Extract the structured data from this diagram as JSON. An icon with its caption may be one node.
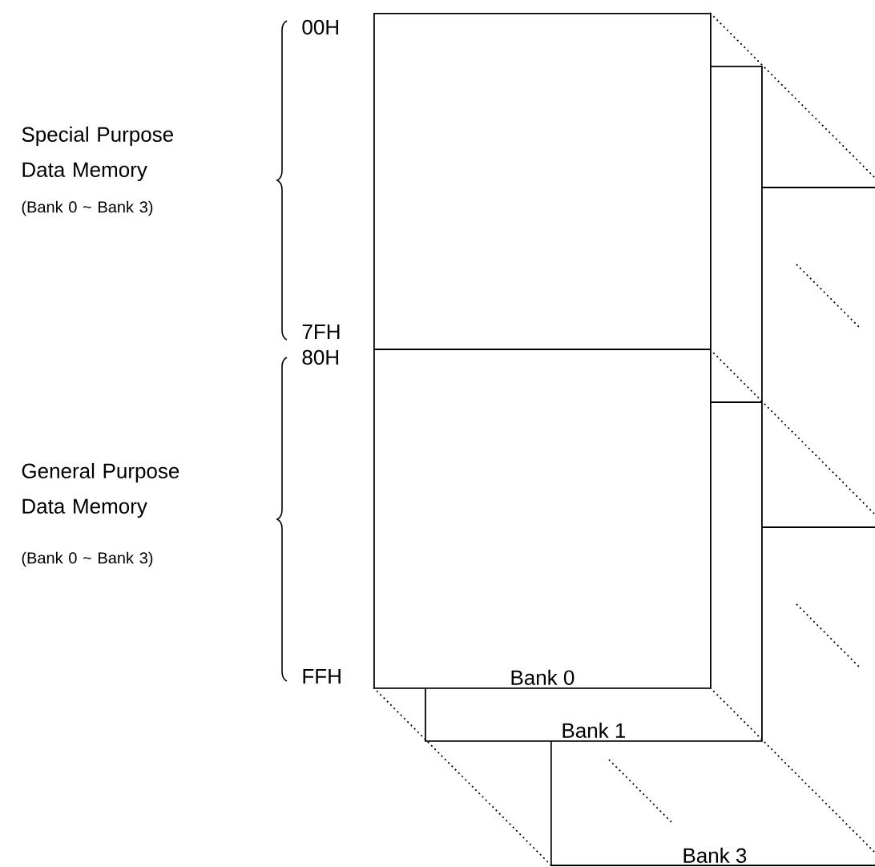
{
  "diagram": {
    "nodes": [
      {
        "text": [
          "Bank 0"
        ]
      },
      {
        "text": [
          "Bank 1"
        ]
      },
      {
        "text": [
          "Bank 3"
        ]
      }
    ],
    "labels": [
      "00H",
      "Special Purpose Data Memory",
      "(Bank 0 ~ Bank 3)",
      "7FH",
      "80H",
      "General Purpose Data Memory",
      "(Bank 0 ~ Bank 3)",
      "FFH"
    ]
  }
}
